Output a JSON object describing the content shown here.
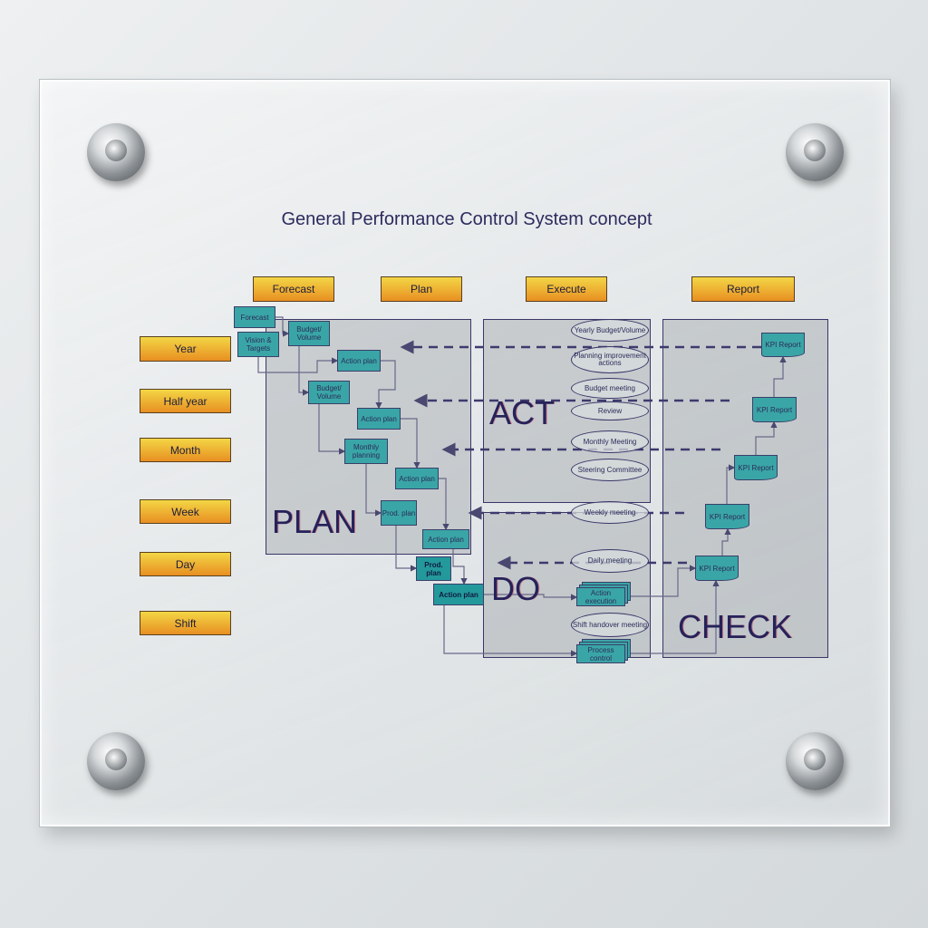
{
  "title": "General Performance Control System concept",
  "headers": [
    "Forecast",
    "Plan",
    "Execute",
    "Report"
  ],
  "rows": [
    "Year",
    "Half year",
    "Month",
    "Week",
    "Day",
    "Shift"
  ],
  "phases": {
    "plan": "PLAN",
    "act": "ACT",
    "do": "DO",
    "check": "CHECK"
  },
  "plan_boxes": [
    "Forecast",
    "Vision & Targets",
    "Budget/ Volume",
    "Action plan",
    "Budget/ Volume",
    "Action plan",
    "Monthly planning",
    "Action plan",
    "Prod. plan",
    "Action plan",
    "Prod. plan",
    "Action plan"
  ],
  "do_boxes": [
    "Action execution",
    "Process control"
  ],
  "meetings": [
    "Yearly Budget/Volume",
    "Planning improvement actions",
    "Budget meeting",
    "Review",
    "Monthly Meeting",
    "Steering Committee",
    "Weekly meeting",
    "Daily meeting",
    "Shift handover meeting"
  ],
  "kpi_label": "KPI Report"
}
